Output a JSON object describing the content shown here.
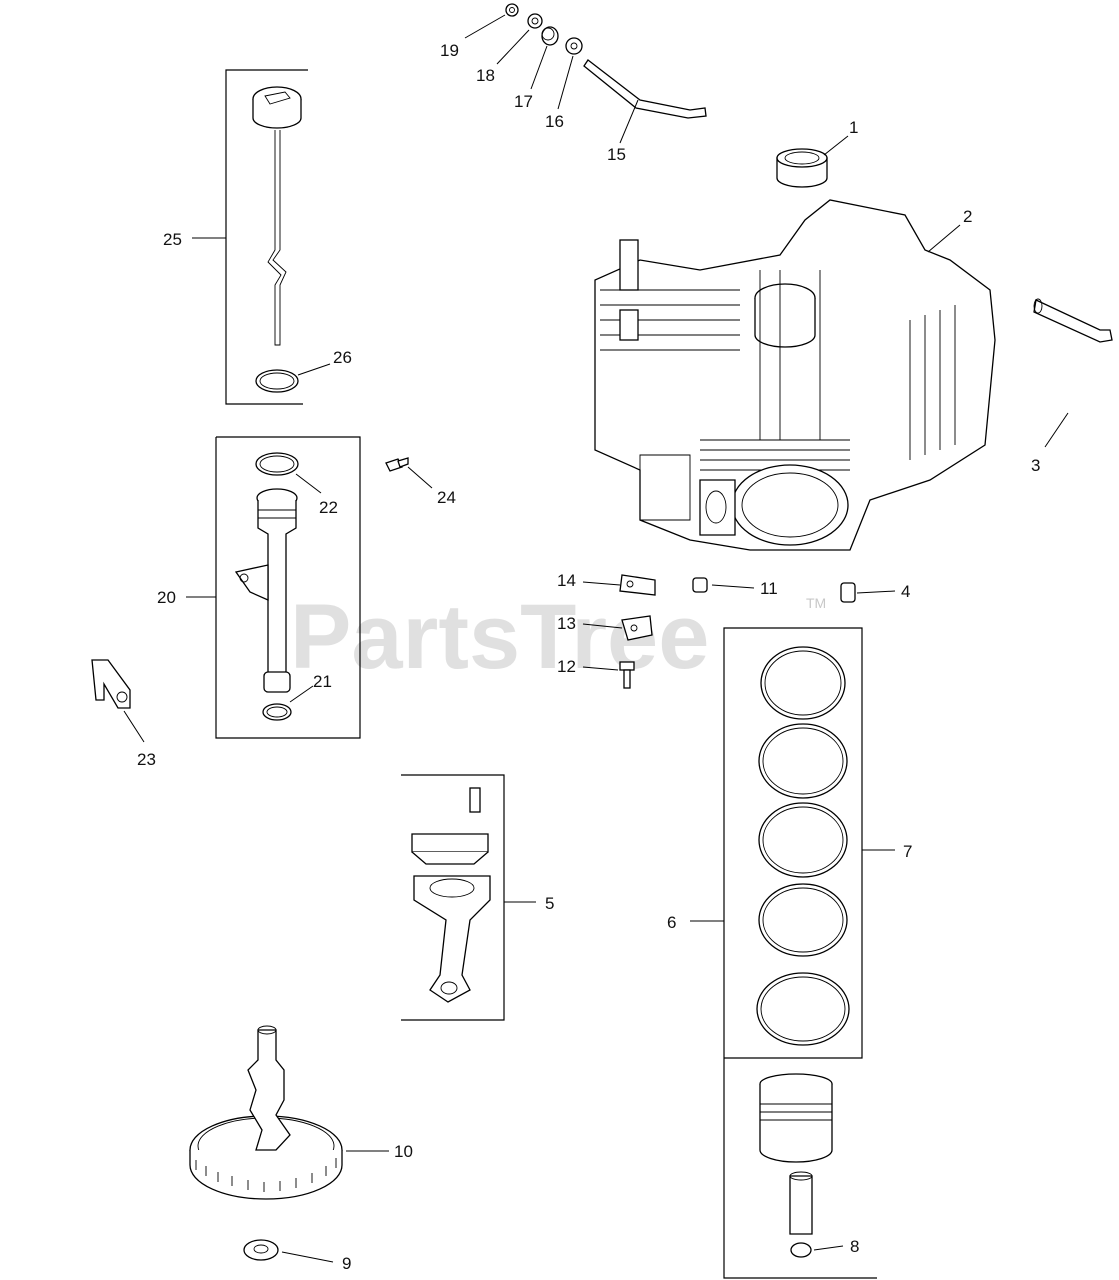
{
  "watermark": {
    "text": "PartsTree",
    "trademark": "TM"
  },
  "callouts": [
    {
      "number": "1"
    },
    {
      "number": "2"
    },
    {
      "number": "3"
    },
    {
      "number": "4"
    },
    {
      "number": "5"
    },
    {
      "number": "6"
    },
    {
      "number": "7"
    },
    {
      "number": "8"
    },
    {
      "number": "9"
    },
    {
      "number": "10"
    },
    {
      "number": "11"
    },
    {
      "number": "12"
    },
    {
      "number": "13"
    },
    {
      "number": "14"
    },
    {
      "number": "15"
    },
    {
      "number": "16"
    },
    {
      "number": "17"
    },
    {
      "number": "18"
    },
    {
      "number": "19"
    },
    {
      "number": "20"
    },
    {
      "number": "21"
    },
    {
      "number": "22"
    },
    {
      "number": "23"
    },
    {
      "number": "24"
    },
    {
      "number": "25"
    },
    {
      "number": "26"
    }
  ]
}
